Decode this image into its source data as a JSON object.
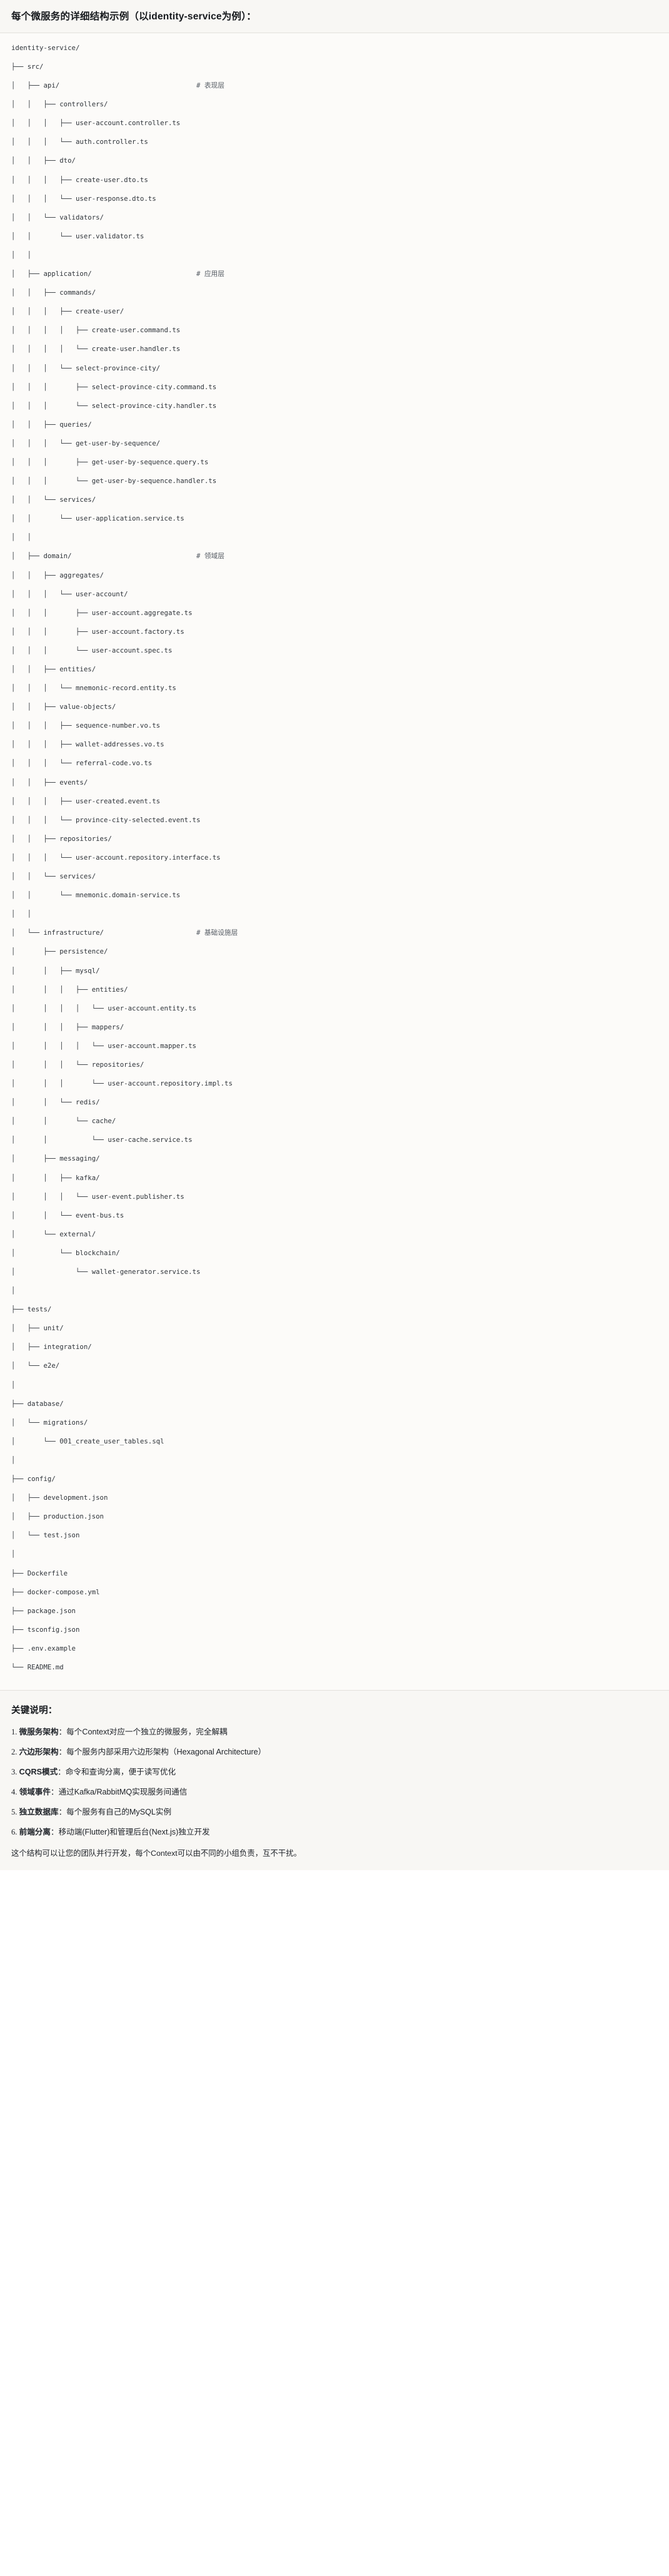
{
  "header": {
    "title": "每个微服务的详细结构示例（以identity-service为例）："
  },
  "tree": {
    "root": "identity-service/",
    "lines": [
      {
        "text": "identity-service/",
        "comment": ""
      },
      {
        "text": "├── src/",
        "comment": ""
      },
      {
        "text": "│   ├── api/",
        "comment": "# 表现层"
      },
      {
        "text": "│   │   ├── controllers/",
        "comment": ""
      },
      {
        "text": "│   │   │   ├── user-account.controller.ts",
        "comment": ""
      },
      {
        "text": "│   │   │   └── auth.controller.ts",
        "comment": ""
      },
      {
        "text": "│   │   ├── dto/",
        "comment": ""
      },
      {
        "text": "│   │   │   ├── create-user.dto.ts",
        "comment": ""
      },
      {
        "text": "│   │   │   └── user-response.dto.ts",
        "comment": ""
      },
      {
        "text": "│   │   └── validators/",
        "comment": ""
      },
      {
        "text": "│   │       └── user.validator.ts",
        "comment": ""
      },
      {
        "text": "│   │",
        "comment": ""
      },
      {
        "text": "│   ├── application/",
        "comment": "# 应用层"
      },
      {
        "text": "│   │   ├── commands/",
        "comment": ""
      },
      {
        "text": "│   │   │   ├── create-user/",
        "comment": ""
      },
      {
        "text": "│   │   │   │   ├── create-user.command.ts",
        "comment": ""
      },
      {
        "text": "│   │   │   │   └── create-user.handler.ts",
        "comment": ""
      },
      {
        "text": "│   │   │   └── select-province-city/",
        "comment": ""
      },
      {
        "text": "│   │   │       ├── select-province-city.command.ts",
        "comment": ""
      },
      {
        "text": "│   │   │       └── select-province-city.handler.ts",
        "comment": ""
      },
      {
        "text": "│   │   ├── queries/",
        "comment": ""
      },
      {
        "text": "│   │   │   └── get-user-by-sequence/",
        "comment": ""
      },
      {
        "text": "│   │   │       ├── get-user-by-sequence.query.ts",
        "comment": ""
      },
      {
        "text": "│   │   │       └── get-user-by-sequence.handler.ts",
        "comment": ""
      },
      {
        "text": "│   │   └── services/",
        "comment": ""
      },
      {
        "text": "│   │       └── user-application.service.ts",
        "comment": ""
      },
      {
        "text": "│   │",
        "comment": ""
      },
      {
        "text": "│   ├── domain/",
        "comment": "# 领域层"
      },
      {
        "text": "│   │   ├── aggregates/",
        "comment": ""
      },
      {
        "text": "│   │   │   └── user-account/",
        "comment": ""
      },
      {
        "text": "│   │   │       ├── user-account.aggregate.ts",
        "comment": ""
      },
      {
        "text": "│   │   │       ├── user-account.factory.ts",
        "comment": ""
      },
      {
        "text": "│   │   │       └── user-account.spec.ts",
        "comment": ""
      },
      {
        "text": "│   │   ├── entities/",
        "comment": ""
      },
      {
        "text": "│   │   │   └── mnemonic-record.entity.ts",
        "comment": ""
      },
      {
        "text": "│   │   ├── value-objects/",
        "comment": ""
      },
      {
        "text": "│   │   │   ├── sequence-number.vo.ts",
        "comment": ""
      },
      {
        "text": "│   │   │   ├── wallet-addresses.vo.ts",
        "comment": ""
      },
      {
        "text": "│   │   │   └── referral-code.vo.ts",
        "comment": ""
      },
      {
        "text": "│   │   ├── events/",
        "comment": ""
      },
      {
        "text": "│   │   │   ├── user-created.event.ts",
        "comment": ""
      },
      {
        "text": "│   │   │   └── province-city-selected.event.ts",
        "comment": ""
      },
      {
        "text": "│   │   ├── repositories/",
        "comment": ""
      },
      {
        "text": "│   │   │   └── user-account.repository.interface.ts",
        "comment": ""
      },
      {
        "text": "│   │   └── services/",
        "comment": ""
      },
      {
        "text": "│   │       └── mnemonic.domain-service.ts",
        "comment": ""
      },
      {
        "text": "│   │",
        "comment": ""
      },
      {
        "text": "│   └── infrastructure/",
        "comment": "# 基础设施层"
      },
      {
        "text": "│       ├── persistence/",
        "comment": ""
      },
      {
        "text": "│       │   ├── mysql/",
        "comment": ""
      },
      {
        "text": "│       │   │   ├── entities/",
        "comment": ""
      },
      {
        "text": "│       │   │   │   └── user-account.entity.ts",
        "comment": ""
      },
      {
        "text": "│       │   │   ├── mappers/",
        "comment": ""
      },
      {
        "text": "│       │   │   │   └── user-account.mapper.ts",
        "comment": ""
      },
      {
        "text": "│       │   │   └── repositories/",
        "comment": ""
      },
      {
        "text": "│       │   │       └── user-account.repository.impl.ts",
        "comment": ""
      },
      {
        "text": "│       │   └── redis/",
        "comment": ""
      },
      {
        "text": "│       │       └── cache/",
        "comment": ""
      },
      {
        "text": "│       │           └── user-cache.service.ts",
        "comment": ""
      },
      {
        "text": "│       ├── messaging/",
        "comment": ""
      },
      {
        "text": "│       │   ├── kafka/",
        "comment": ""
      },
      {
        "text": "│       │   │   └── user-event.publisher.ts",
        "comment": ""
      },
      {
        "text": "│       │   └── event-bus.ts",
        "comment": ""
      },
      {
        "text": "│       └── external/",
        "comment": ""
      },
      {
        "text": "│           └── blockchain/",
        "comment": ""
      },
      {
        "text": "│               └── wallet-generator.service.ts",
        "comment": ""
      },
      {
        "text": "│",
        "comment": ""
      },
      {
        "text": "├── tests/",
        "comment": ""
      },
      {
        "text": "│   ├── unit/",
        "comment": ""
      },
      {
        "text": "│   ├── integration/",
        "comment": ""
      },
      {
        "text": "│   └── e2e/",
        "comment": ""
      },
      {
        "text": "│",
        "comment": ""
      },
      {
        "text": "├── database/",
        "comment": ""
      },
      {
        "text": "│   └── migrations/",
        "comment": ""
      },
      {
        "text": "│       └── 001_create_user_tables.sql",
        "comment": ""
      },
      {
        "text": "│",
        "comment": ""
      },
      {
        "text": "├── config/",
        "comment": ""
      },
      {
        "text": "│   ├── development.json",
        "comment": ""
      },
      {
        "text": "│   ├── production.json",
        "comment": ""
      },
      {
        "text": "│   └── test.json",
        "comment": ""
      },
      {
        "text": "│",
        "comment": ""
      },
      {
        "text": "├── Dockerfile",
        "comment": ""
      },
      {
        "text": "├── docker-compose.yml",
        "comment": ""
      },
      {
        "text": "├── package.json",
        "comment": ""
      },
      {
        "text": "├── tsconfig.json",
        "comment": ""
      },
      {
        "text": "├── .env.example",
        "comment": ""
      },
      {
        "text": "└── README.md",
        "comment": ""
      }
    ],
    "comment_column": 46
  },
  "notes": {
    "title": "关键说明：",
    "items": [
      {
        "term": "微服务架构",
        "desc": "：每个Context对应一个独立的微服务，完全解耦"
      },
      {
        "term": "六边形架构",
        "desc": "：每个服务内部采用六边形架构（Hexagonal Architecture）"
      },
      {
        "term": "CQRS模式",
        "desc": "：命令和查询分离，便于读写优化"
      },
      {
        "term": "领域事件",
        "desc": "：通过Kafka/RabbitMQ实现服务间通信"
      },
      {
        "term": "独立数据库",
        "desc": "：每个服务有自己的MySQL实例"
      },
      {
        "term": "前端分离",
        "desc": "：移动端(Flutter)和管理后台(Next.js)独立开发"
      }
    ],
    "closing": "这个结构可以让您的团队并行开发，每个Context可以由不同的小组负责，互不干扰。"
  }
}
